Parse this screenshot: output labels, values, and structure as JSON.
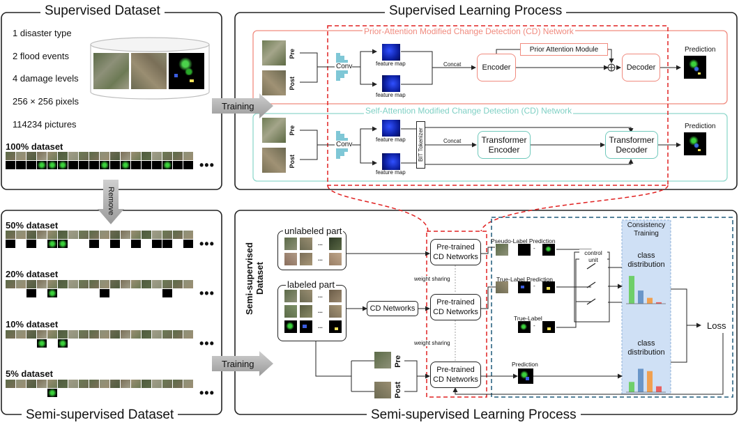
{
  "colors": {
    "frame": "#222222",
    "prior_border": "#f08a7e",
    "prior_title": "#f08a7e",
    "self_border": "#8fd8cc",
    "self_title": "#7fd0c4",
    "teal_box": "#6fc8bb",
    "red_dashed": "#e02020",
    "blue_dashed": "#1f5a7a",
    "consistency_bg": "#cfe0f5",
    "arrow_gray": "#a9a9a9",
    "bar_green": "#6fcf6a",
    "bar_blue": "#6a96c8",
    "bar_orange": "#f0a050",
    "bar_red": "#e86060",
    "histogram": "#7fc7d6"
  },
  "panels": {
    "supervised_dataset": "Supervised Dataset",
    "supervised_learning": "Supervised Learning Process",
    "semi_dataset": "Semi-supervised Dataset",
    "semi_learning": "Semi-supervised Learning Process"
  },
  "stats": [
    "1 disaster type",
    "2 flood events",
    "4 damage levels",
    "256 × 256 pixels",
    "114234 pictures"
  ],
  "datasets": {
    "full": "100% dataset",
    "d50": "50% dataset",
    "d20": "20% dataset",
    "d10": "10% dataset",
    "d5": "5% dataset",
    "ellipsis": "•••"
  },
  "arrows": {
    "training": "Training",
    "remove": "Remove"
  },
  "prior_network": {
    "title": "Prior-Attention Modified Change Detection (CD)  Network",
    "pre": "Pre",
    "post": "Post",
    "conv": "Conv",
    "feature_map": "feature map",
    "concat": "Concat",
    "encoder": "Encoder",
    "prior_attention": "Prior Attention Module",
    "decoder": "Decoder",
    "prediction": "Prediction",
    "plus": "⊕"
  },
  "self_network": {
    "title": "Self-Attention Modified Change Detection (CD)  Network",
    "pre": "Pre",
    "post": "Post",
    "conv": "Conv",
    "feature_map": "feature map",
    "tokenizer": "BIT Tokenizer",
    "concat": "Concat",
    "encoder": "Transformer Encoder",
    "decoder": "Transformer Decoder",
    "prediction": "Prediction"
  },
  "semi": {
    "dataset_label": "Semi-supervised Dataset",
    "unlabeled_part": "unlabeled part",
    "labeled_part": "labeled part",
    "ellipsis": "...",
    "cd_networks": "CD Networks",
    "pretrained": "Pre-trained CD Networks",
    "weight_sharing": "weight sharing",
    "pseudo_label": "Pseudo-Label Prediction",
    "true_label_prediction": "True-Label Prediction",
    "true_label": "True-Label",
    "prediction": "Prediction",
    "pre": "Pre",
    "post": "Post",
    "control_unit": "control unit",
    "consistency": "Consistency Training",
    "class_distribution": "class distribution",
    "loss": "Loss",
    "minus": "-"
  },
  "bar_charts": [
    {
      "values": [
        0.95,
        0.45,
        0.2,
        0.05
      ]
    },
    {
      "values": [
        0.35,
        0.8,
        0.72,
        0.2
      ]
    }
  ]
}
